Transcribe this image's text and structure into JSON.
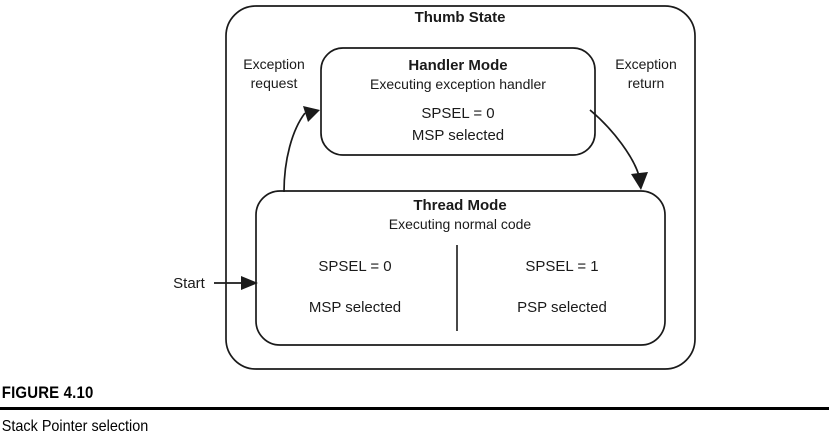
{
  "figure": {
    "number_label": "FIGURE 4.10",
    "caption": "Stack Pointer selection"
  },
  "diagram": {
    "type": "state-diagram",
    "outer_state": {
      "title": "Thumb State"
    },
    "states": [
      {
        "id": "handler-mode",
        "title": "Handler Mode",
        "subtitle": "Executing exception handler",
        "lines": [
          "SPSEL = 0",
          "MSP selected"
        ]
      },
      {
        "id": "thread-mode",
        "title": "Thread Mode",
        "subtitle": "Executing normal code",
        "partitions": [
          {
            "id": "thread-msp",
            "lines": [
              "SPSEL = 0",
              "MSP selected"
            ]
          },
          {
            "id": "thread-psp",
            "lines": [
              "SPSEL = 1",
              "PSP selected"
            ]
          }
        ]
      }
    ],
    "transitions": [
      {
        "id": "exception-request",
        "label_line1": "Exception",
        "label_line2": "request",
        "from": "thread-mode",
        "to": "handler-mode"
      },
      {
        "id": "exception-return",
        "label_line1": "Exception",
        "label_line2": "return",
        "from": "handler-mode",
        "to": "thread-mode"
      }
    ],
    "entry": {
      "id": "start",
      "label": "Start",
      "to": "thread-mode"
    },
    "colors": {
      "stroke": "#1a1a1a",
      "text": "#1a1a1a",
      "background": "#ffffff",
      "rule": "#000000"
    }
  }
}
